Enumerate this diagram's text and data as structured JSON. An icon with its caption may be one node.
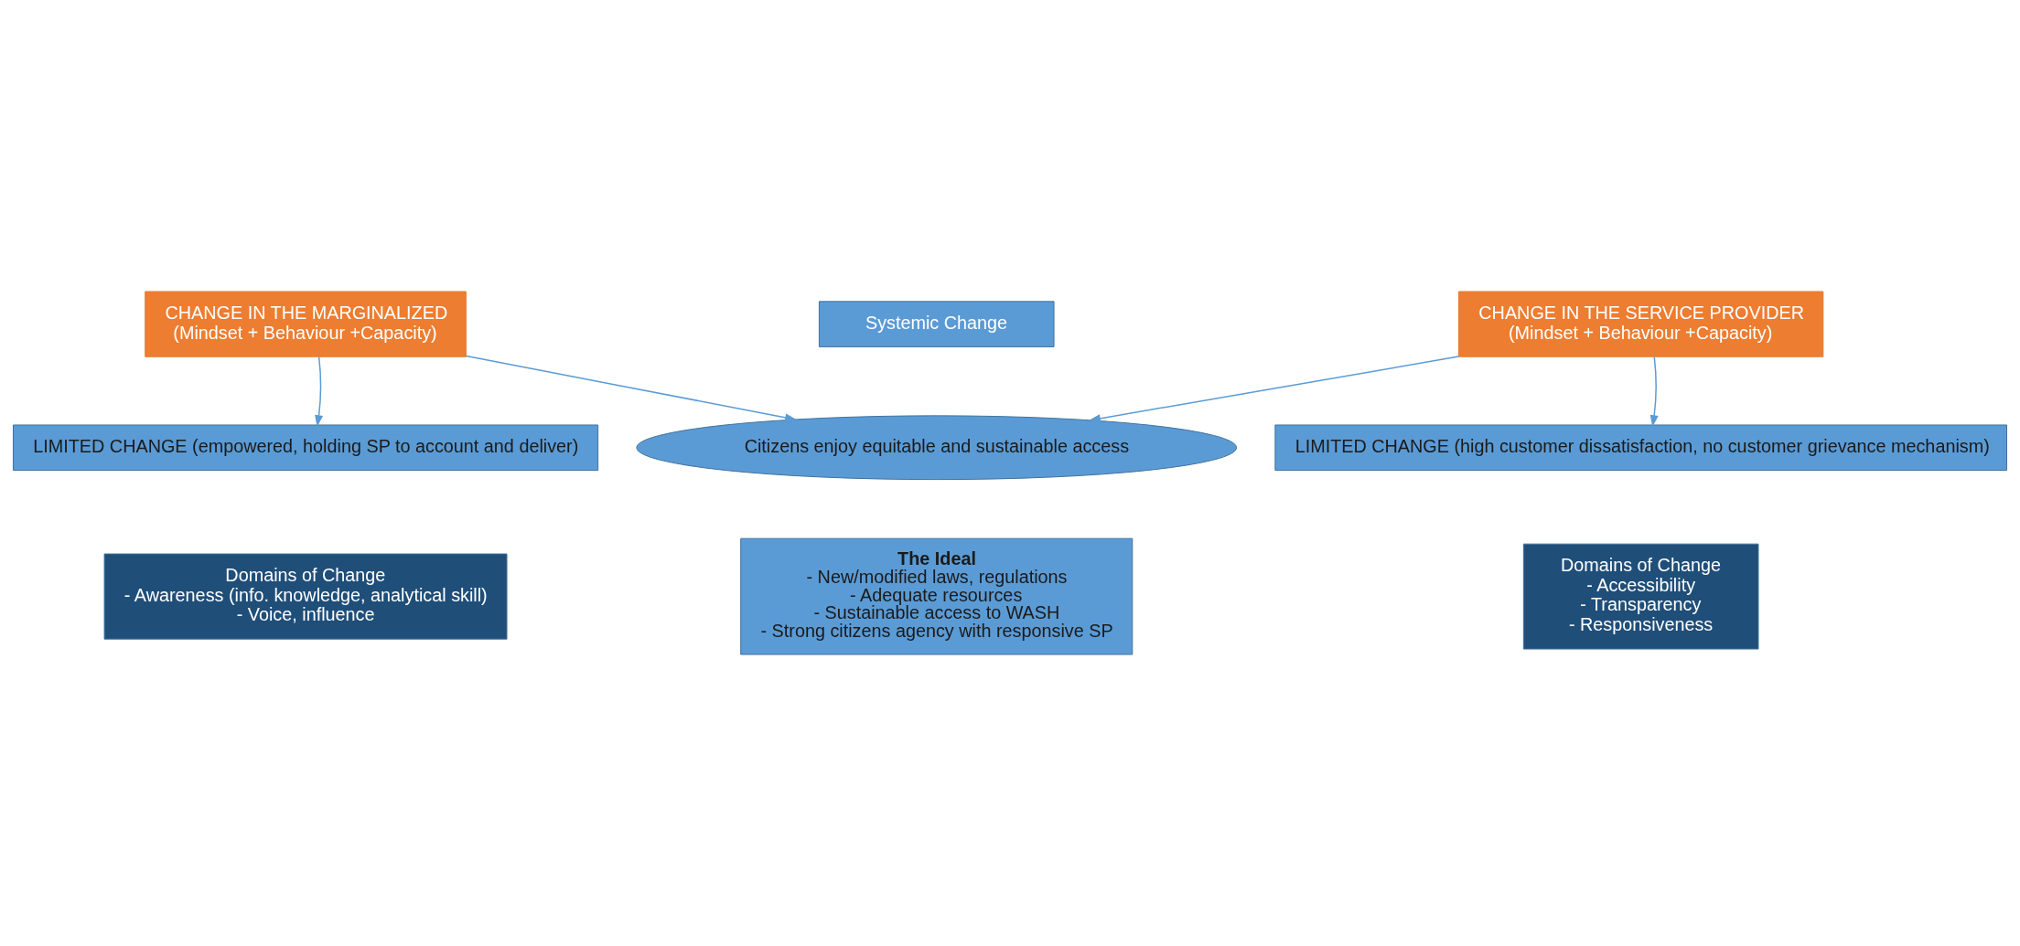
{
  "diagram": {
    "nodes": [
      {
        "text": [
          "CHANGE IN THE MARGINALIZED",
          "(Mindset + Behaviour +Capacity)"
        ]
      },
      {
        "text": [
          "Systemic Change"
        ]
      },
      {
        "text": [
          "CHANGE IN THE SERVICE PROVIDER",
          "(Mindset + Behaviour +Capacity)"
        ]
      },
      {
        "text": [
          "LIMITED CHANGE (empowered, holding SP to account and deliver)"
        ]
      },
      {
        "text": [
          "Citizens enjoy equitable and sustainable access"
        ]
      },
      {
        "text": [
          "LIMITED CHANGE (high customer dissatisfaction, no customer grievance mechanism)"
        ]
      },
      {
        "text": [
          "Domains of Change",
          "- Awareness (info. knowledge, analytical skill)",
          "- Voice, influence"
        ]
      },
      {
        "text": [
          "The Ideal",
          "- New/modified laws, regulations",
          "- Adequate resources",
          "- Sustainable access to WASH",
          "- Strong citizens agency with responsive SP"
        ]
      },
      {
        "text": [
          "Domains of Change",
          "- Accessibility",
          "- Transparency",
          "- Responsiveness"
        ]
      }
    ],
    "edges": [
      {
        "from": 0,
        "to": 3,
        "arrow": "to"
      },
      {
        "from": 2,
        "to": 5,
        "arrow": "to"
      },
      {
        "from": 0,
        "to": 4,
        "arrow": "to"
      },
      {
        "from": 2,
        "to": 4,
        "arrow": "to"
      }
    ]
  }
}
